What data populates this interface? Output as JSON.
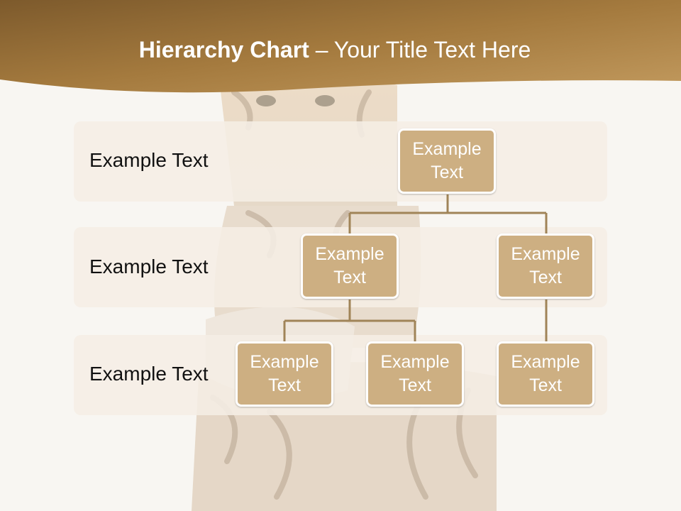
{
  "title": {
    "bold": "Hierarchy Chart",
    "rest": " – Your Title Text Here"
  },
  "colors": {
    "header_dark": "#7d5a2c",
    "header_light": "#c29a5e",
    "node_fill": "#cdaf82",
    "connector": "#a08458",
    "band": "#f5eee5"
  },
  "rows": [
    {
      "label": "Example Text"
    },
    {
      "label": "Example Text"
    },
    {
      "label": "Example Text"
    }
  ],
  "nodes": {
    "root": "Example\nText",
    "level2_left": "Example\nText",
    "level2_right": "Example\nText",
    "level3_a": "Example\nText",
    "level3_b": "Example\nText",
    "level3_c": "Example\nText"
  },
  "background_image": "tiger-photo"
}
